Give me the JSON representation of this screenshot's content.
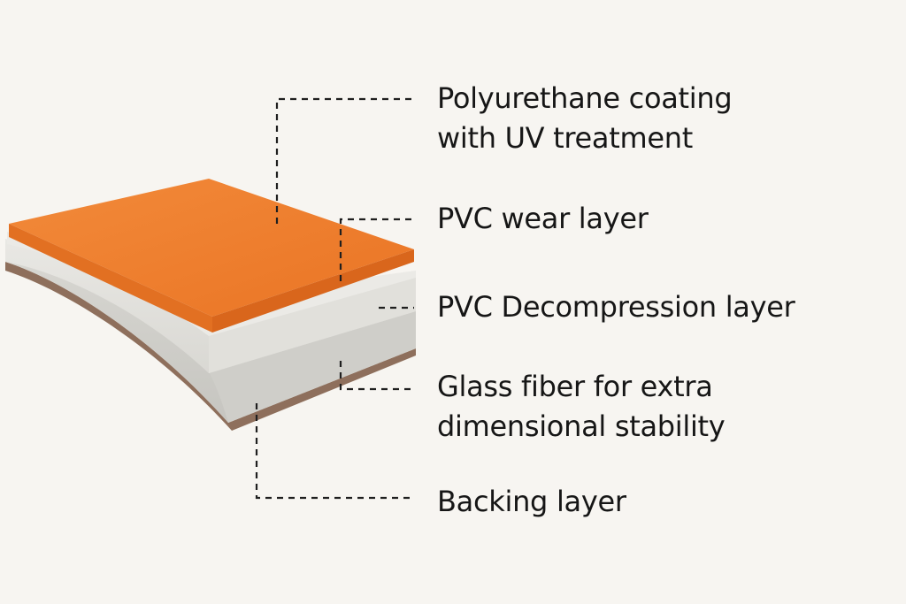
{
  "labels": [
    {
      "lines": [
        "Polyurethane coating",
        "with UV treatment"
      ]
    },
    {
      "lines": [
        "PVC wear layer"
      ]
    },
    {
      "lines": [
        "PVC Decompression layer"
      ]
    },
    {
      "lines": [
        "Glass fiber for extra",
        "dimensional stability"
      ]
    },
    {
      "lines": [
        "Backing layer"
      ]
    }
  ],
  "colors": {
    "background": "#f7f5f1",
    "coating_top": "#ef7f2e",
    "coating_edge": "#d96a1f",
    "wear_layer": "#e4e3de",
    "decompression_layer": "#d6d5d0",
    "glass_fiber_layer": "#c9c8c3",
    "backing_layer": "#8e6f5c",
    "leader_line": "#1f1f1f",
    "text": "#161616"
  }
}
